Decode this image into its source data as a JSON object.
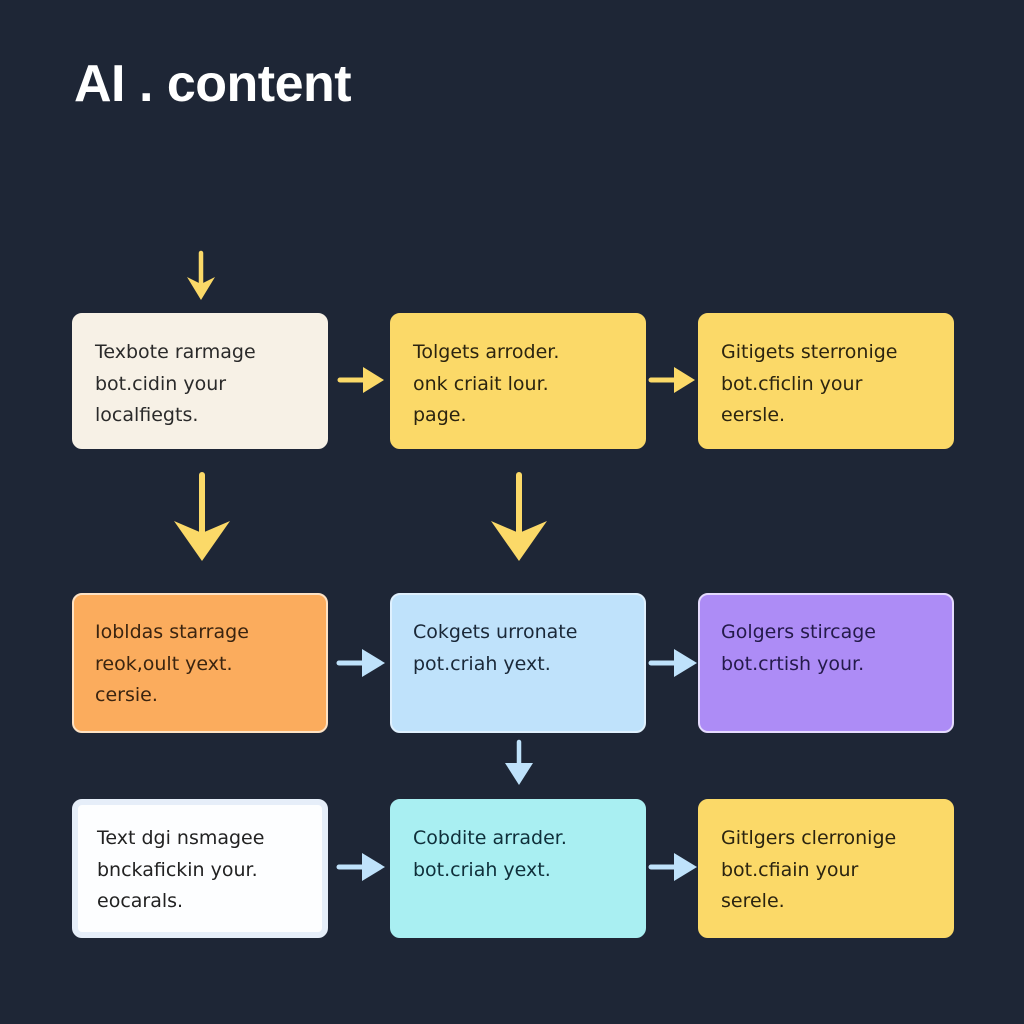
{
  "title": "AI . content",
  "colors": {
    "background": "#1e2636",
    "arrow_yellow": "#fbd968",
    "arrow_blue": "#bfe2fb",
    "title": "#ffffff"
  },
  "nodes": [
    {
      "id": "r1c1",
      "color": "cream",
      "lines": [
        "Texbote rarmage",
        "bot.cidin your",
        "localfiegts."
      ]
    },
    {
      "id": "r1c2",
      "color": "yellow",
      "lines": [
        "Tolgets arroder.",
        "onk criait lour.",
        "page."
      ]
    },
    {
      "id": "r1c3",
      "color": "yellow",
      "lines": [
        "Gitigets sterronige",
        "bot.cficlin your",
        "eersle."
      ]
    },
    {
      "id": "r2c1",
      "color": "orange",
      "lines": [
        "Iobldas starrage",
        "reok,oult yext.",
        "cersie."
      ]
    },
    {
      "id": "r2c2",
      "color": "light-blue",
      "lines": [
        "Cokgets urronate",
        "pot.criah yext."
      ]
    },
    {
      "id": "r2c3",
      "color": "purple",
      "lines": [
        "Golgers stircage",
        "bot.crtish your."
      ]
    },
    {
      "id": "r3c1",
      "color": "white",
      "lines": [
        "Text dgi nsmagee",
        "bnckafickin your.",
        "eocarals."
      ]
    },
    {
      "id": "r3c2",
      "color": "cyan",
      "lines": [
        "Cobdite arrader.",
        "bot.criah yext."
      ]
    },
    {
      "id": "r3c3",
      "color": "yellow",
      "lines": [
        "Gitlgers clerronige",
        "bot.cfiain your",
        "serele."
      ]
    }
  ],
  "edges": [
    {
      "from": "start",
      "to": "r1c1",
      "direction": "down",
      "color": "yellow"
    },
    {
      "from": "r1c1",
      "to": "r1c2",
      "direction": "right",
      "color": "yellow"
    },
    {
      "from": "r1c2",
      "to": "r1c3",
      "direction": "right",
      "color": "yellow"
    },
    {
      "from": "r1c1",
      "to": "r2c1",
      "direction": "down",
      "color": "yellow"
    },
    {
      "from": "r1c2",
      "to": "r2c2",
      "direction": "down",
      "color": "yellow"
    },
    {
      "from": "r2c1",
      "to": "r2c2",
      "direction": "right",
      "color": "blue"
    },
    {
      "from": "r2c2",
      "to": "r2c3",
      "direction": "right",
      "color": "blue"
    },
    {
      "from": "r2c2",
      "to": "r3c2",
      "direction": "down",
      "color": "blue"
    },
    {
      "from": "r3c1",
      "to": "r3c2",
      "direction": "right",
      "color": "blue"
    },
    {
      "from": "r3c2",
      "to": "r3c3",
      "direction": "right",
      "color": "blue"
    }
  ]
}
